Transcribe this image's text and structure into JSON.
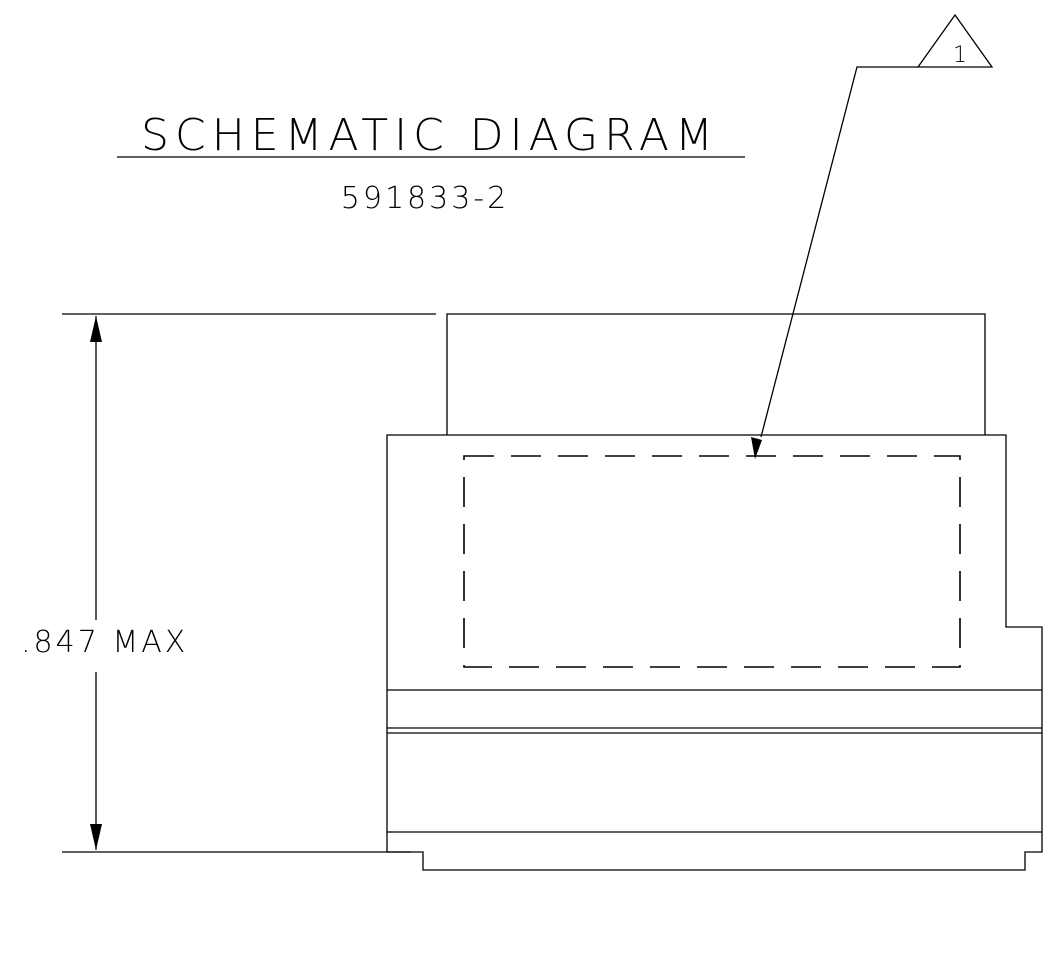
{
  "title": "SCHEMATIC DIAGRAM",
  "part_number": "591833-2",
  "dimension": {
    "value": ".847",
    "qualifier": "MAX",
    "label": ".847 MAX"
  },
  "note_flag": "1",
  "line_color": "#000000",
  "background_color": "#ffffff"
}
